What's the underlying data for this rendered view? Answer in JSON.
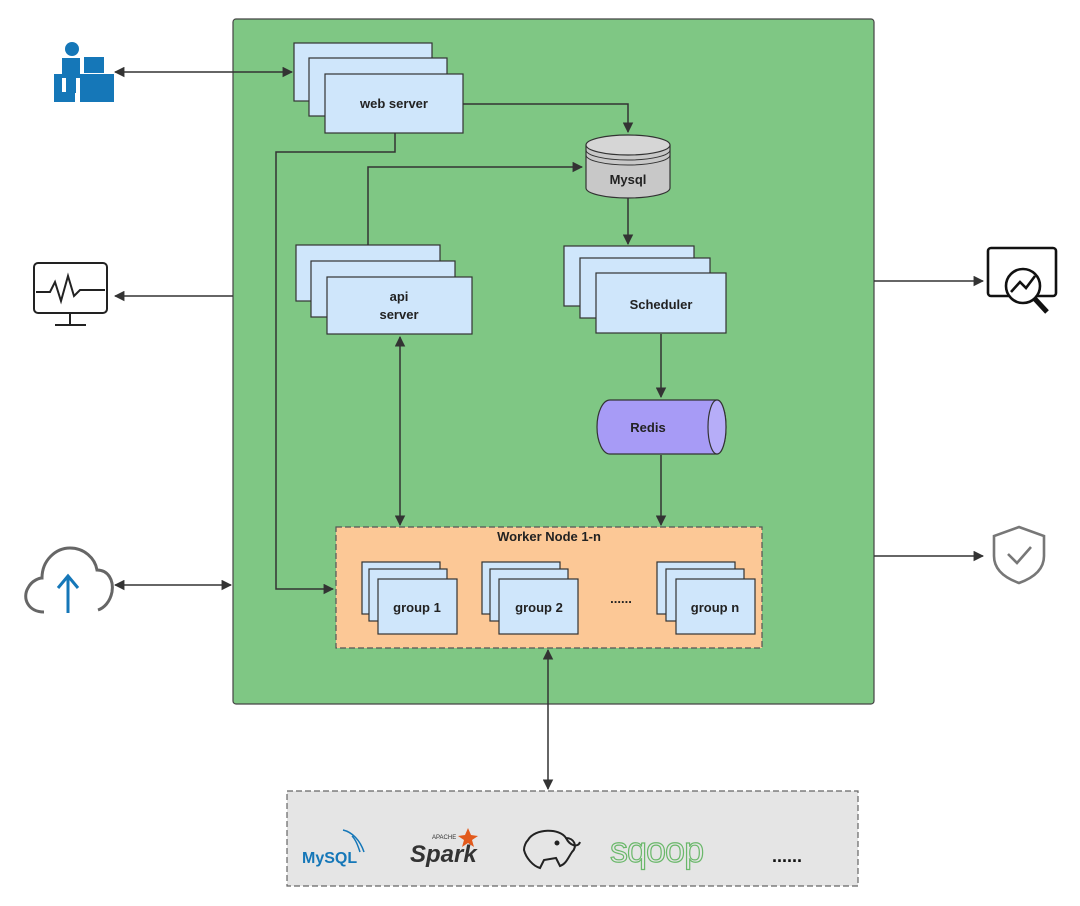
{
  "main": {
    "web_server": "web server",
    "mysql": "Mysql",
    "api_server_line1": "api",
    "api_server_line2": "server",
    "scheduler": "Scheduler",
    "redis": "Redis"
  },
  "worker": {
    "title": "Worker Node 1-n",
    "groups": [
      "group 1",
      "group 2",
      "group n"
    ],
    "ellipsis": "......"
  },
  "datasources": {
    "mysql_logo": "MySQL",
    "spark_logo_small": "APACHE",
    "spark_logo": "Spark",
    "sqoop_logo": "sqoop",
    "ellipsis": "......"
  },
  "icons": {
    "user": "user-workstation-icon",
    "monitor": "monitor-icon",
    "upload": "cloud-upload-icon",
    "analytics": "analytics-search-icon",
    "security": "shield-check-icon",
    "hive": "hive-elephant-icon"
  },
  "colors": {
    "main_bg": "#7fc784",
    "worker_bg": "#fcc896",
    "box": "#cfe6fb",
    "redis": "#a79bf6",
    "mysql": "#c8c8c8",
    "icon_blue": "#1577b8",
    "datasource_bg": "#e5e5e5"
  }
}
